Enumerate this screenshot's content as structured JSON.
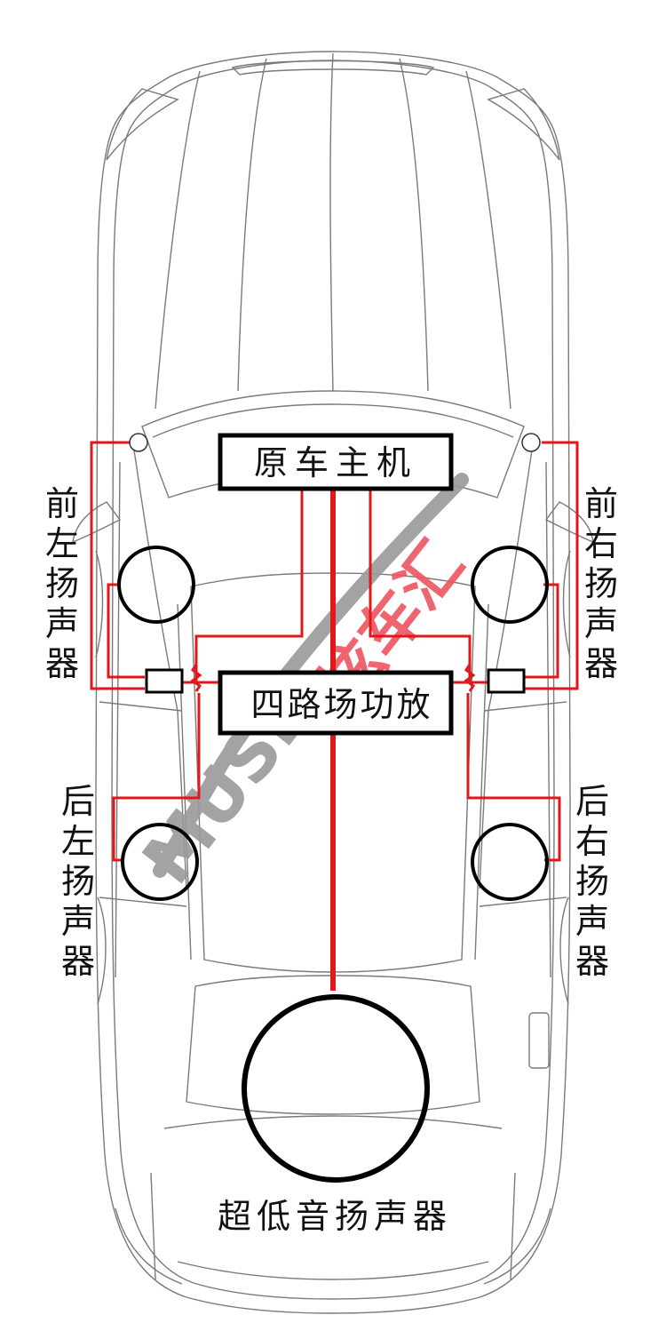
{
  "diagram": {
    "head_unit": "原车主机",
    "amplifier": "四路场功放",
    "front_left": "前左扬声器",
    "front_right": "前右扬声器",
    "rear_left": "后左扬声器",
    "rear_right": "后右扬声器",
    "subwoofer": "超低音扬声器"
  },
  "watermark": {
    "latin": "MUSIC",
    "chinese": "炫车汇"
  },
  "colors": {
    "wire": "#e2171b",
    "outline": "#000000",
    "car_line": "#6e6e6e",
    "watermark_gray": "#9a9a9a",
    "watermark_red": "#ee5560"
  }
}
